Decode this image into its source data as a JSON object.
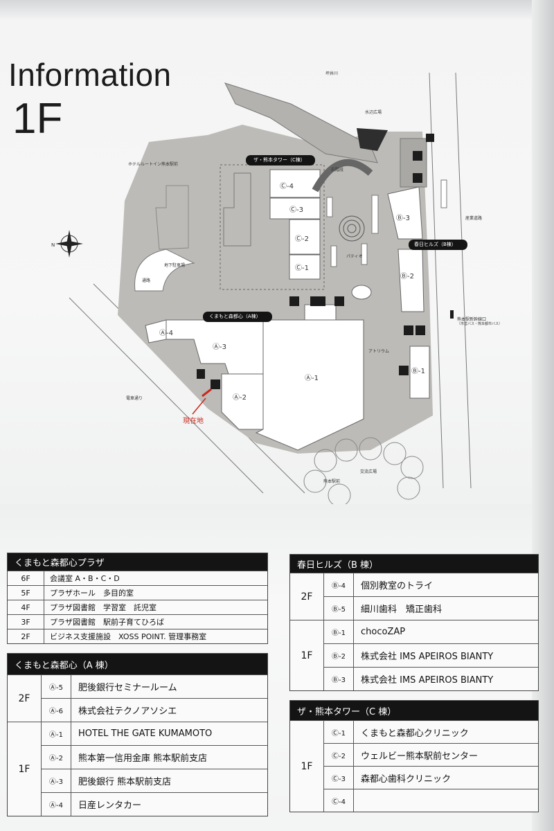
{
  "header": {
    "title": "Information",
    "floor": "1F"
  },
  "map": {
    "labels": {
      "river": "坪井川",
      "waterfront": "水辺広場",
      "hotel": "ホテルルートイン熊本駅前",
      "tower": "ザ・熊本タワー（C棟）",
      "steps": "石階段",
      "hills": "春日ヒルズ（B棟）",
      "national_road": "産業道路",
      "patio": "パティオ",
      "parking": "地下駐車場",
      "passage": "通路",
      "kumamoto_a": "くまもと森都心（A棟）",
      "atrium": "アトリウム",
      "bus_stop": "熊本駅新幹線口",
      "bus_sub": "（市営バス・熊本都市バス）",
      "tram_street": "電車通り",
      "here": "現在地",
      "exchange": "交流広場",
      "station_front": "熊本駅前"
    },
    "units": {
      "c4": "Ⓒ-4",
      "c3": "Ⓒ-3",
      "c2": "Ⓒ-2",
      "c1": "Ⓒ-1",
      "b3": "Ⓑ-3",
      "b2": "Ⓑ-2",
      "b1": "Ⓑ-1",
      "a4": "Ⓐ-4",
      "a3": "Ⓐ-3",
      "a2": "Ⓐ-2",
      "a1": "Ⓐ-1"
    },
    "colors": {
      "site": "#bdbbb7",
      "building": "#ffffff",
      "here": "#c8281e",
      "dark": "#141414"
    }
  },
  "plaza": {
    "title": "くまもと森都心プラザ",
    "rows": [
      {
        "floor": "6F",
        "text": "会議室 A・B・C・D"
      },
      {
        "floor": "5F",
        "text": "プラザホール　多目的室"
      },
      {
        "floor": "4F",
        "text": "プラザ図書館　学習室　託児室"
      },
      {
        "floor": "3F",
        "text": "プラザ図書館　駅前子育てひろば"
      },
      {
        "floor": "2F",
        "text": "ビジネス支援施設　XOSS POINT.  管理事務室"
      }
    ]
  },
  "building_a": {
    "title": "くまもと森都心（A 棟）",
    "floor2": "2F",
    "floor2_rows": [
      {
        "code": "Ⓐ-5",
        "name": "肥後銀行セミナールーム"
      },
      {
        "code": "Ⓐ-6",
        "name": "株式会社テクノアソシエ"
      }
    ],
    "floor1": "1F",
    "floor1_rows": [
      {
        "code": "Ⓐ-1",
        "name": "HOTEL THE GATE KUMAMOTO"
      },
      {
        "code": "Ⓐ-2",
        "name": "熊本第一信用金庫 熊本駅前支店"
      },
      {
        "code": "Ⓐ-3",
        "name": "肥後銀行 熊本駅前支店"
      },
      {
        "code": "Ⓐ-4",
        "name": "日産レンタカー"
      }
    ]
  },
  "building_b": {
    "title": "春日ヒルズ（B 棟）",
    "floor2": "2F",
    "floor2_rows": [
      {
        "code": "Ⓑ-4",
        "name": "個別教室のトライ"
      },
      {
        "code": "Ⓑ-5",
        "name": "細川歯科　矯正歯科"
      }
    ],
    "floor1": "1F",
    "floor1_rows": [
      {
        "code": "Ⓑ-1",
        "name": "chocoZAP"
      },
      {
        "code": "Ⓑ-2",
        "name": "株式会社 IMS APEIROS BIANTY"
      },
      {
        "code": "Ⓑ-3",
        "name": "株式会社 IMS APEIROS BIANTY"
      }
    ]
  },
  "building_c": {
    "title": "ザ・熊本タワー（C 棟）",
    "floor1": "1F",
    "floor1_rows": [
      {
        "code": "Ⓒ-1",
        "name": "くまもと森都心クリニック"
      },
      {
        "code": "Ⓒ-2",
        "name": "ウェルビー熊本駅前センター"
      },
      {
        "code": "Ⓒ-3",
        "name": "森都心歯科クリニック"
      },
      {
        "code": "Ⓒ-4",
        "name": ""
      }
    ]
  }
}
